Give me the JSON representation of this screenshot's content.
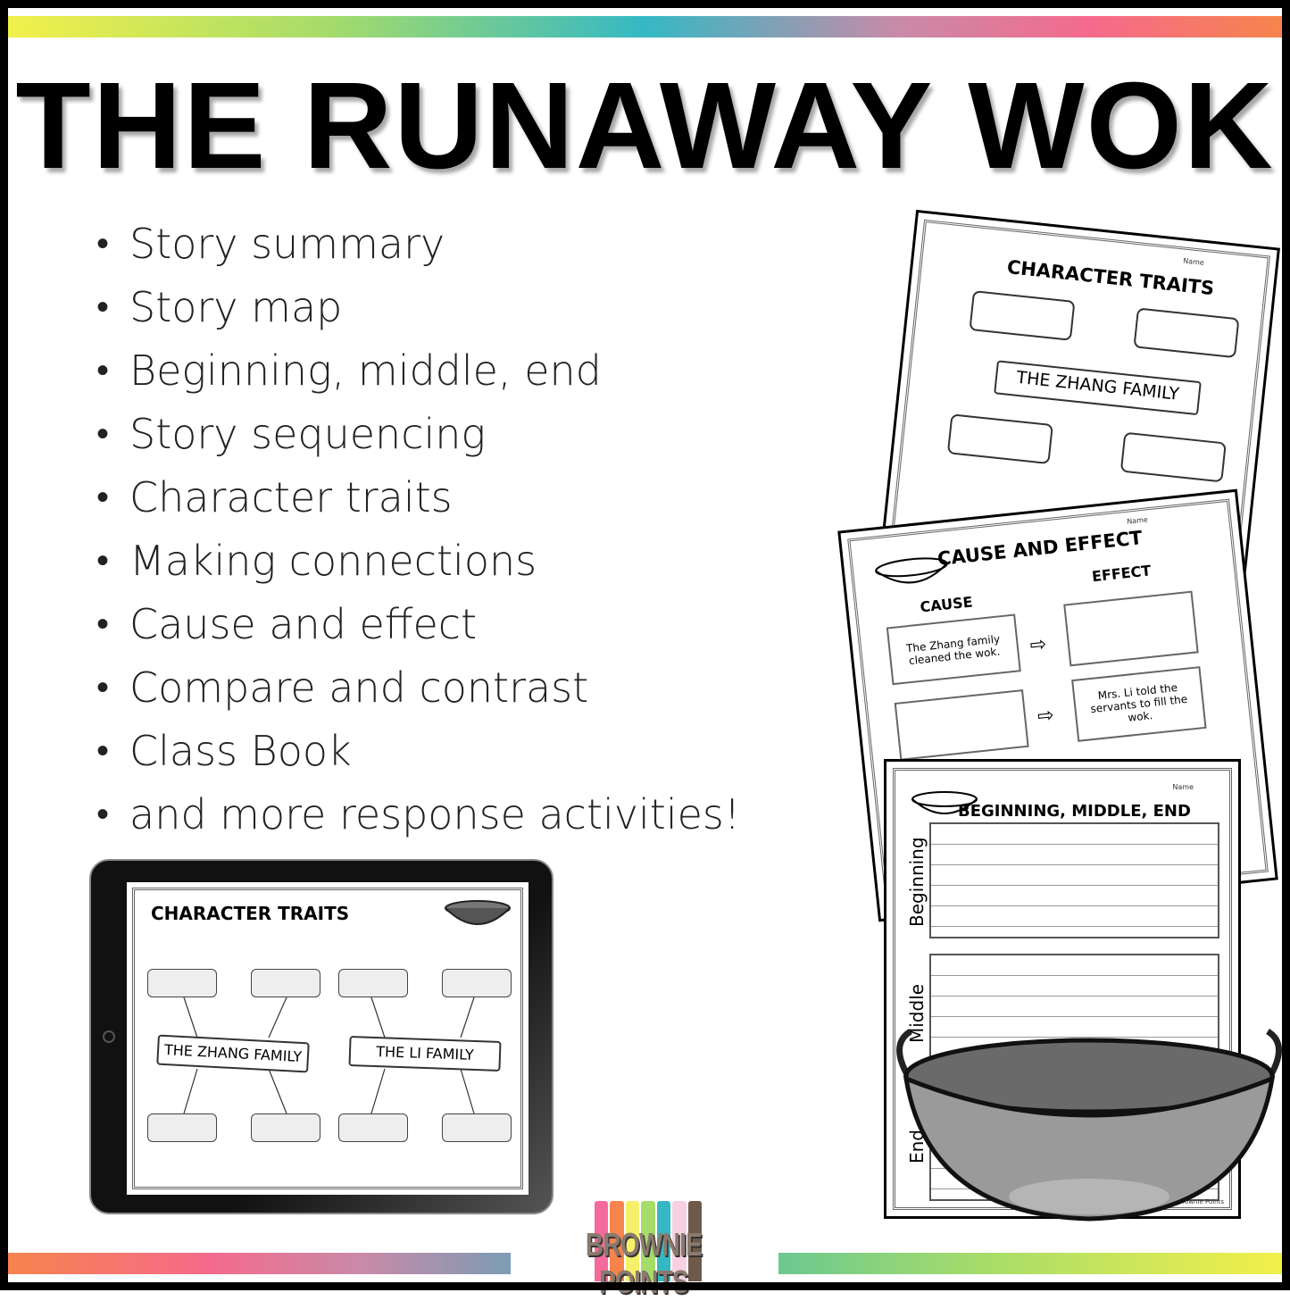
{
  "title": "THE RUNAWAY WOK",
  "features": [
    "Story summary",
    "Story map",
    "Beginning, middle, end",
    "Story sequencing",
    "Character traits",
    "Making connections",
    "Cause and effect",
    "Compare and contrast",
    "Class Book",
    "and more response activities!"
  ],
  "bullet": "•",
  "tablet": {
    "heading": "CHARACTER TRAITS",
    "banners": [
      "THE ZHANG FAMILY",
      "THE LI FAMILY"
    ]
  },
  "sheet_traits": {
    "heading": "CHARACTER TRAITS",
    "name_label": "Name",
    "banner": "THE ZHANG FAMILY"
  },
  "sheet_cause": {
    "heading": "CAUSE AND EFFECT",
    "name_label": "Name",
    "cause_label": "CAUSE",
    "effect_label": "EFFECT",
    "cause1": "The Zhang family cleaned the wok.",
    "effect2": "Mrs. Li told the servants to fill the wok."
  },
  "sheet_bme": {
    "heading": "BEGINNING, MIDDLE, END",
    "name_label": "Name",
    "sections": [
      "Beginning",
      "Middle",
      "End"
    ],
    "footer": "© Brownie Points"
  },
  "logo": {
    "text": "BROWNIE POINTS"
  },
  "colors": {
    "pencils": [
      "#f56a9c",
      "#f7844c",
      "#f5f06a",
      "#a6dc6a",
      "#35b8c4",
      "#f6d0e0",
      "#6e5a4a"
    ]
  }
}
